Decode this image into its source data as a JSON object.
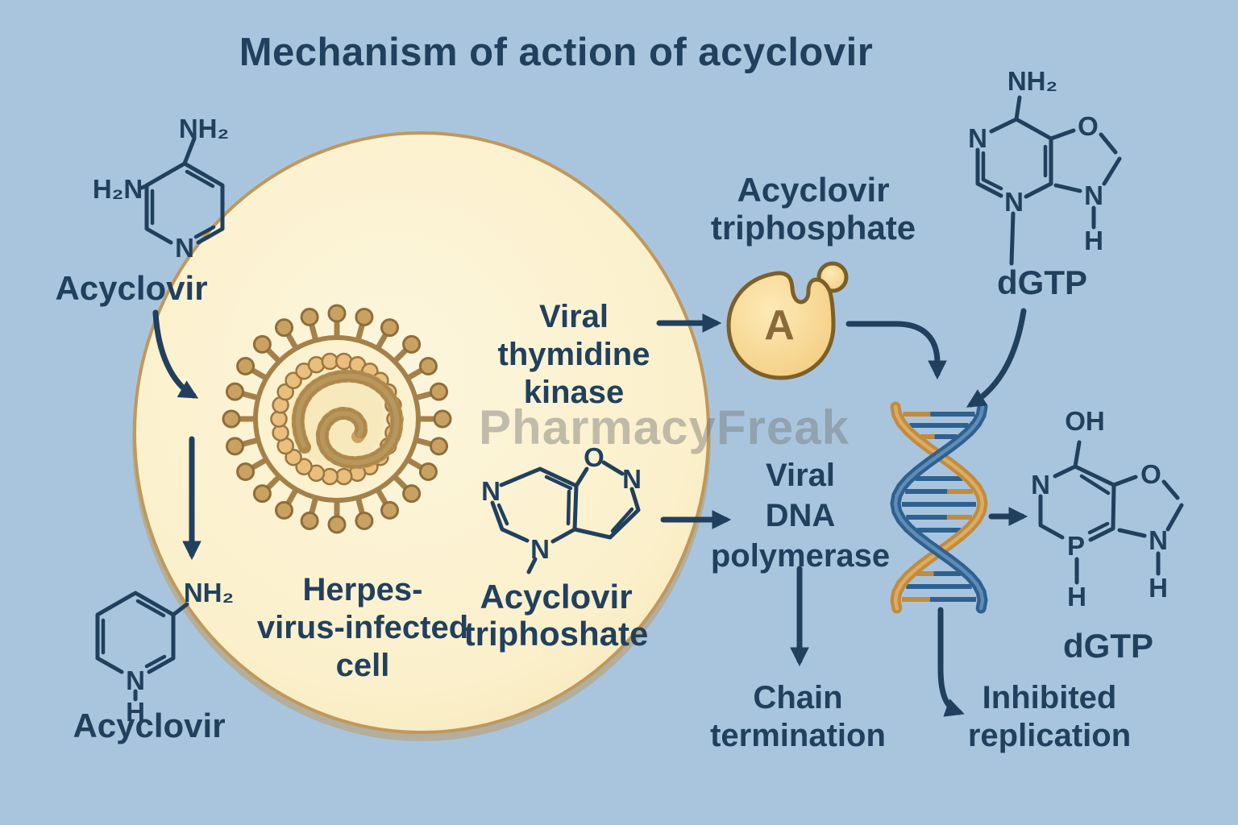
{
  "title": "Mechanism of action of acyclovir",
  "watermark": "PharmacyFreak",
  "colors": {
    "bg": "#a9c5de",
    "ink": "#21405e",
    "cellEdge": "#c0985a",
    "virusDark": "#a5814a",
    "virusMid": "#c9a261",
    "enzymeEdge": "#7d5f28",
    "enzymeLetter": "#8a6a3a",
    "dnaBlue": "#2e6190",
    "dnaGold": "#c18c3e",
    "watermark": "#787878"
  },
  "cell": {
    "label_lines": [
      "Herpes-",
      "virus-infected",
      "cell"
    ]
  },
  "enzyme": {
    "letter": "A"
  },
  "pathway": {
    "kinase": [
      "Viral",
      "thymidine",
      "kinase"
    ],
    "acyclovir_triphosphate_label": [
      "Acyclovir",
      "triphosphate"
    ],
    "polymerase": [
      "Viral",
      "DNA",
      "polymerase"
    ],
    "chain_termination": [
      "Chain",
      "termination"
    ],
    "inhibited_replication": [
      "Inhibited",
      "replication"
    ]
  },
  "molecules": {
    "acyclovir_top": {
      "name": "Acyclovir",
      "nh2": "NH₂",
      "h2n": "H₂N",
      "n": "N"
    },
    "acyclovir_bottom": {
      "name": "Acyclovir",
      "nh2": "NH₂",
      "n": "N",
      "h": "H"
    },
    "triphoshate_struct": {
      "name_lines": [
        "Acyclovir",
        "triphoshate"
      ],
      "o": "O",
      "n_right": "N",
      "n_left": "N",
      "n_bottom": "N"
    },
    "dgtp_top": {
      "name": "dGTP",
      "nh2": "NH₂",
      "n_left": "N",
      "n_bottom": "N",
      "o": "O",
      "n_ring": "N",
      "h": "H"
    },
    "dgtp_bottom": {
      "name": "dGTP",
      "oh": "OH",
      "n_left": "N",
      "p": "P",
      "h_p": "H",
      "o": "O",
      "n_ring": "N",
      "h_n": "H"
    }
  }
}
